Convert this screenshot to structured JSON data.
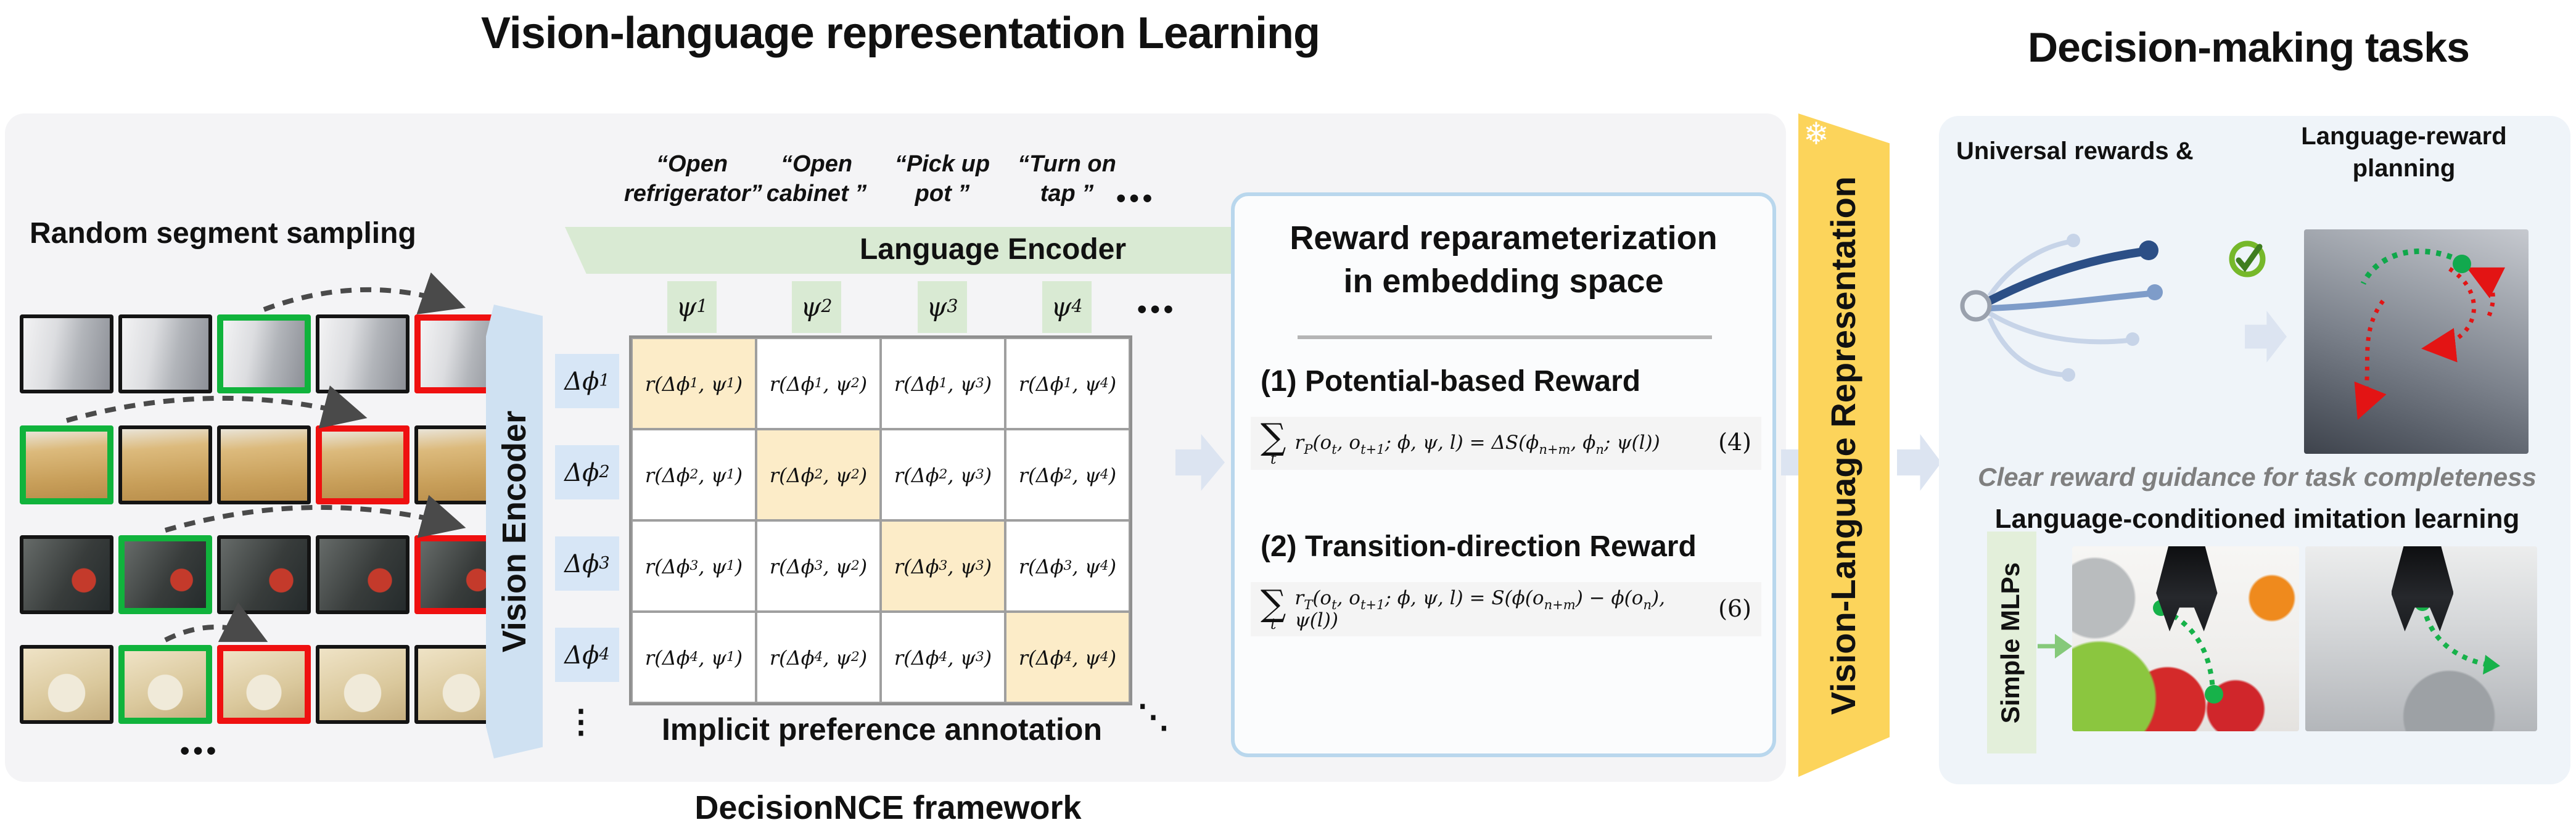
{
  "titles": {
    "left": "Vision-language representation Learning",
    "right": "Decision-making tasks"
  },
  "left_panel": {
    "random_sampling_label": "Random segment sampling",
    "vision_encoder_label": "Vision Encoder",
    "frames_ellipsis": "•••",
    "quotes": [
      "“Open refrigerator”",
      "“Open cabinet ”",
      "“Pick up pot ”",
      "“Turn on tap ”"
    ],
    "quotes_ellipsis": "•••",
    "language_encoder_label": "Language Encoder",
    "psi_labels": [
      "ψ~1~",
      "ψ~2~",
      "ψ~3~",
      "ψ~4~"
    ],
    "psi_ellipsis": "•••",
    "phi_labels": [
      "Δϕ~1~",
      "Δϕ~2~",
      "Δϕ~3~",
      "Δϕ~4~"
    ],
    "phi_ellipsis": "⋮",
    "matrix_ellipsis": "⋱",
    "matrix_cells": [
      [
        "r(Δϕ~1~, ψ~1~)",
        "r(Δϕ~1~, ψ~2~)",
        "r(Δϕ~1~, ψ~3~)",
        "r(Δϕ~1~, ψ~4~)"
      ],
      [
        "r(Δϕ~2~, ψ~1~)",
        "r(Δϕ~2~, ψ~2~)",
        "r(Δϕ~2~, ψ~3~)",
        "r(Δϕ~2~, ψ~4~)"
      ],
      [
        "r(Δϕ~3~, ψ~1~)",
        "r(Δϕ~3~, ψ~2~)",
        "r(Δϕ~3~, ψ~3~)",
        "r(Δϕ~3~, ψ~4~)"
      ],
      [
        "r(Δϕ~4~, ψ~1~)",
        "r(Δϕ~4~, ψ~2~)",
        "r(Δϕ~4~, ψ~3~)",
        "r(Δϕ~4~, ψ~4~)"
      ]
    ],
    "implicit_label": "Implicit preference annotation",
    "framework_label": "DecisionNCE framework",
    "segment_sampling_rows": [
      {
        "green_frame": 3,
        "red_frame": 5
      },
      {
        "green_frame": 1,
        "red_frame": 4
      },
      {
        "green_frame": 2,
        "red_frame": 5
      },
      {
        "green_frame": 2,
        "red_frame": 3
      }
    ]
  },
  "reward_box": {
    "title_line1": "Reward reparameterization",
    "title_line2": "in embedding space",
    "item1_heading": "(1) Potential-based Reward",
    "eq1": {
      "sum": "∑",
      "sum_sub": "t",
      "body": "r~P~(o~t~, o~t+1~; ϕ, ψ, l) = ΔS(ϕ~n+m~, ϕ~n~; ψ(l))",
      "tag": "(4)"
    },
    "item2_heading": "(2) Transition-direction Reward",
    "eq2": {
      "sum": "∑",
      "sum_sub": "t",
      "body": "r~T~(o~t~, o~t+1~; ϕ, ψ, l) = S(ϕ(o~n+m~) − ϕ(o~n~), ψ(l))",
      "tag": "(6)"
    }
  },
  "representation_bar": {
    "label": "Vision-Language Representation",
    "frozen_icon": "❄"
  },
  "right_panel": {
    "universal_rewards_label": "Universal rewards  &",
    "planning_label": "Language-reward planning",
    "clear_guidance_label": "Clear reward guidance for task completeness",
    "imitation_label": "Language-conditioned imitation learning",
    "simple_mlps_label": "Simple MLPs"
  },
  "colors": {
    "representation_bar": "#FCD45B",
    "positive_segment_frame": "#10B33C",
    "negative_segment_frame": "#EF1010",
    "diagonal_matrix_cell": "#FCECC8",
    "language_encoder_green": "#D9EAD3",
    "vision_encoder_blue": "#CFE1F2",
    "row_label_blue": "#D7E6F6",
    "flow_arrow_blue": "#DCE4F1",
    "guidance_text_gray": "#7F7F7F"
  }
}
